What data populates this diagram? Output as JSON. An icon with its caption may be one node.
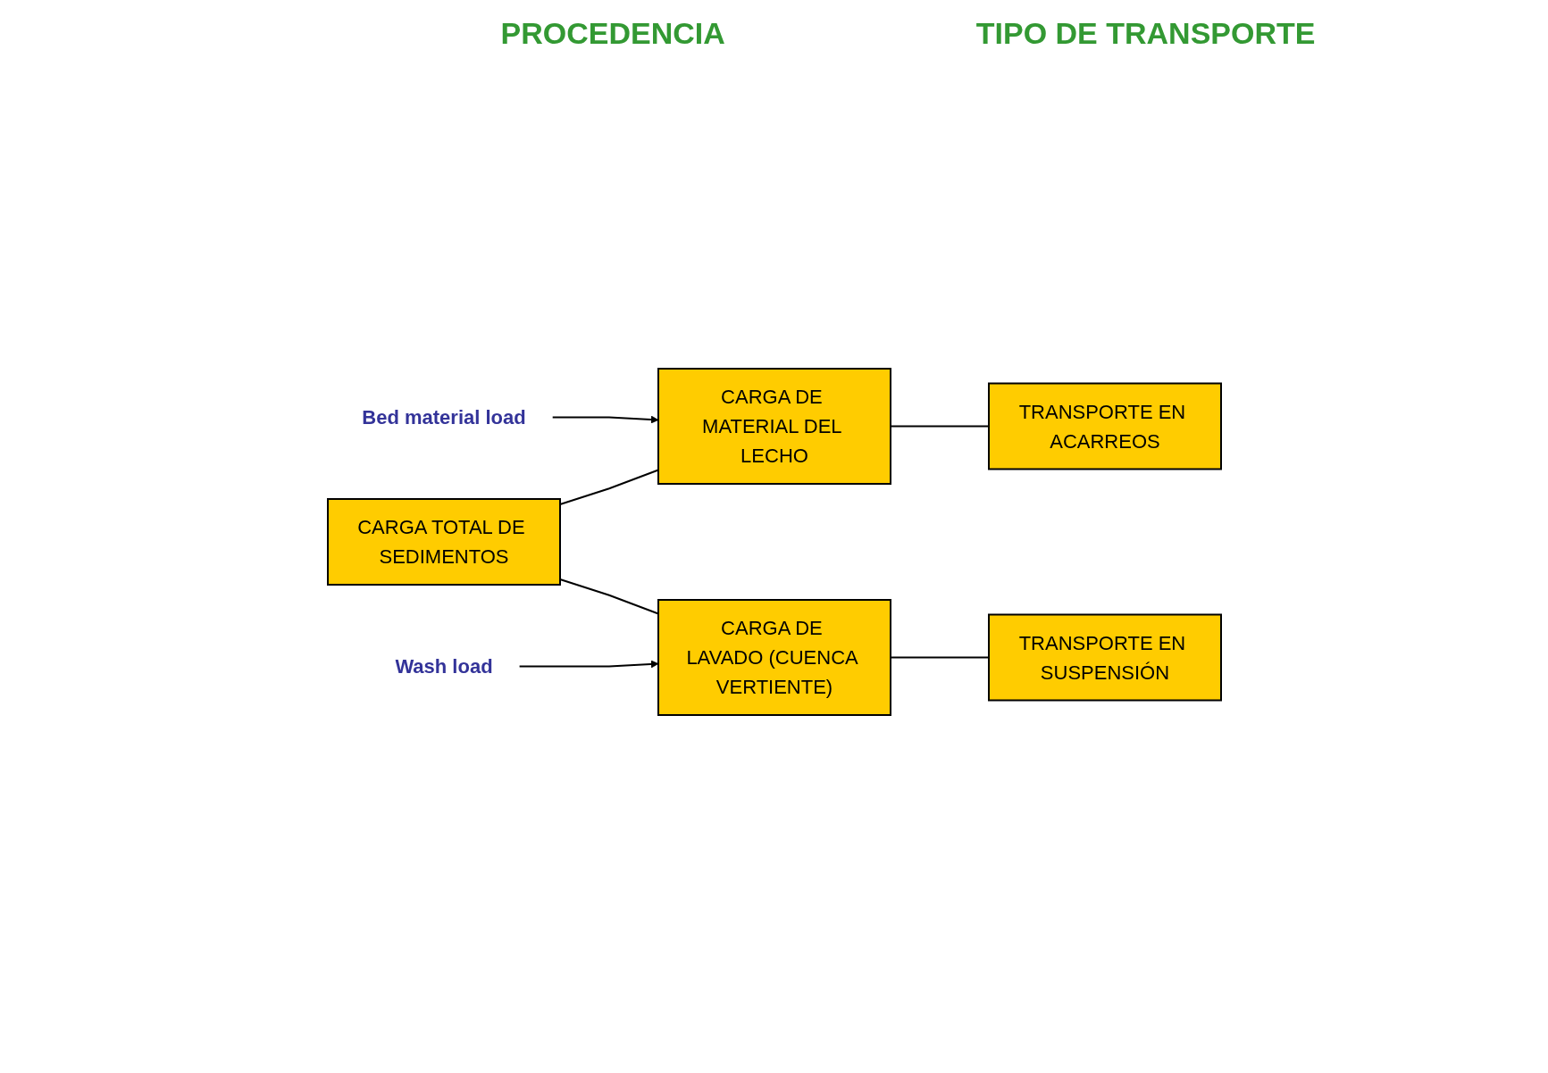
{
  "diagram": {
    "nodes": [
      {
        "text": [
          "Bed material load"
        ]
      },
      {
        "text": [
          "CARGA DE MATERIAL DEL LECHO"
        ]
      },
      {
        "text": [
          "TRANSPORTE EN ACARREOS"
        ]
      },
      {
        "text": [
          "CARGA TOTAL DE SEDIMENTOS"
        ]
      },
      {
        "text": [
          "CARGA DE LAVADO (CUENCA VERTIENTE)"
        ]
      },
      {
        "text": [
          "TRANSPORTE EN SUSPENSIÓN"
        ]
      },
      {
        "text": [
          "Wash load"
        ]
      }
    ],
    "edges": [
      {
        "from": 0,
        "to": 1,
        "arrow": "to"
      },
      {
        "from": 3,
        "to": 1,
        "arrow": "none"
      },
      {
        "from": 3,
        "to": 4,
        "arrow": "none"
      },
      {
        "from": 1,
        "to": 2,
        "arrow": "none"
      },
      {
        "from": 4,
        "to": 5,
        "arrow": "none"
      },
      {
        "from": 6,
        "to": 4,
        "arrow": "to"
      }
    ],
    "labels": [
      "PROCEDENCIA",
      "TIPO DE TRANSPORTE"
    ]
  }
}
